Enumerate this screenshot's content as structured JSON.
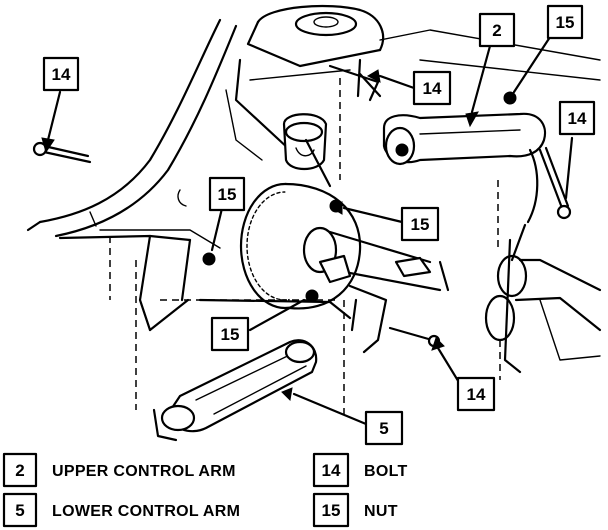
{
  "callouts": [
    {
      "id": "c-2",
      "number": "2"
    },
    {
      "id": "c-15-top",
      "number": "15"
    },
    {
      "id": "c-14-left",
      "number": "14"
    },
    {
      "id": "c-14-mount",
      "number": "14"
    },
    {
      "id": "c-14-right",
      "number": "14"
    },
    {
      "id": "c-15-left",
      "number": "15"
    },
    {
      "id": "c-15-hub",
      "number": "15"
    },
    {
      "id": "c-15-lower",
      "number": "15"
    },
    {
      "id": "c-14-bottom",
      "number": "14"
    },
    {
      "id": "c-5",
      "number": "5"
    }
  ],
  "legend": {
    "items": [
      {
        "number": "2",
        "label": "UPPER CONTROL ARM"
      },
      {
        "number": "5",
        "label": "LOWER CONTROL ARM"
      },
      {
        "number": "14",
        "label": "BOLT"
      },
      {
        "number": "15",
        "label": "NUT"
      }
    ]
  }
}
